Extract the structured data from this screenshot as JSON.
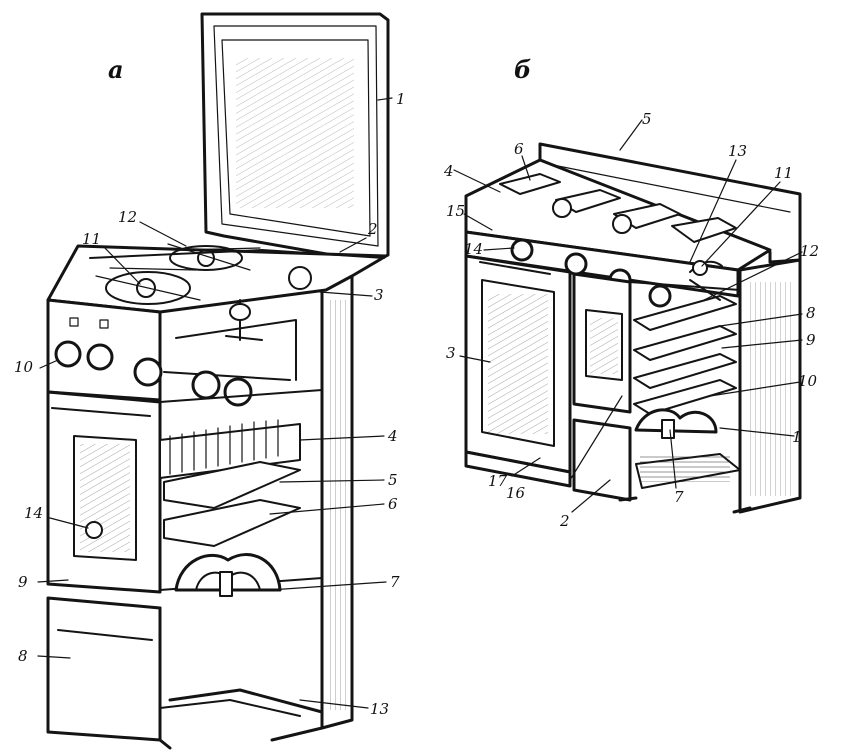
{
  "figure": {
    "panels": [
      {
        "letter": "а",
        "labels": [
          "1",
          "2",
          "3",
          "4",
          "5",
          "6",
          "7",
          "8",
          "9",
          "10",
          "11",
          "12",
          "13",
          "14"
        ]
      },
      {
        "letter": "б",
        "labels": [
          "1",
          "2",
          "3",
          "4",
          "5",
          "6",
          "7",
          "8",
          "9",
          "10",
          "11",
          "12",
          "13",
          "14",
          "15",
          "16",
          "17"
        ]
      }
    ]
  }
}
